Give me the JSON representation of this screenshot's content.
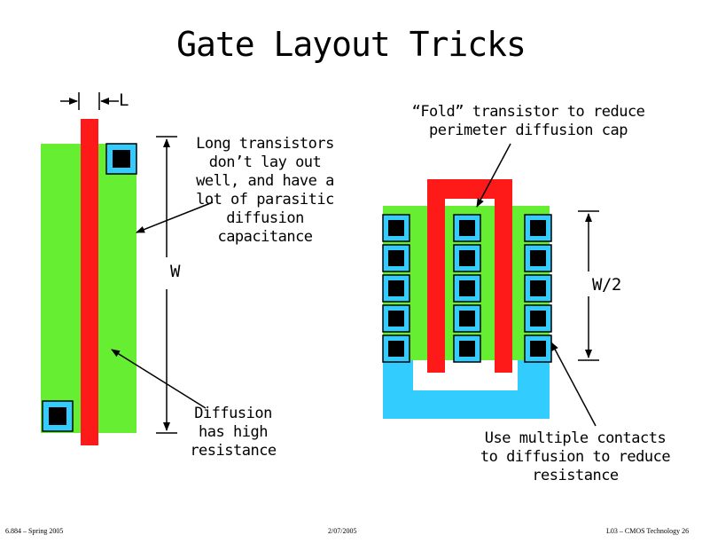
{
  "slide": {
    "title": "Gate Layout Tricks",
    "labels": {
      "gate_length": "L",
      "width": "W",
      "half_width": "W/2",
      "long_transistors": "Long transistors don’t lay out well, and have a lot of parasitic diffusion capacitance",
      "fold_transistor": "“Fold” transistor to reduce perimeter diffusion cap",
      "diffusion_resistance": "Diffusion has high resistance",
      "multiple_contacts": "Use multiple contacts to diffusion to reduce resistance"
    },
    "footer": {
      "left": "6.884 – Spring 2005",
      "center": "2/07/2005",
      "right": "L03 – CMOS Technology 26"
    }
  },
  "colors": {
    "diffusion_green": "#66ee33",
    "poly_red": "#ff1a1a",
    "contact_blue": "#33ccff",
    "contact_black": "#000000",
    "diffusion_blue": "#33ccff"
  }
}
